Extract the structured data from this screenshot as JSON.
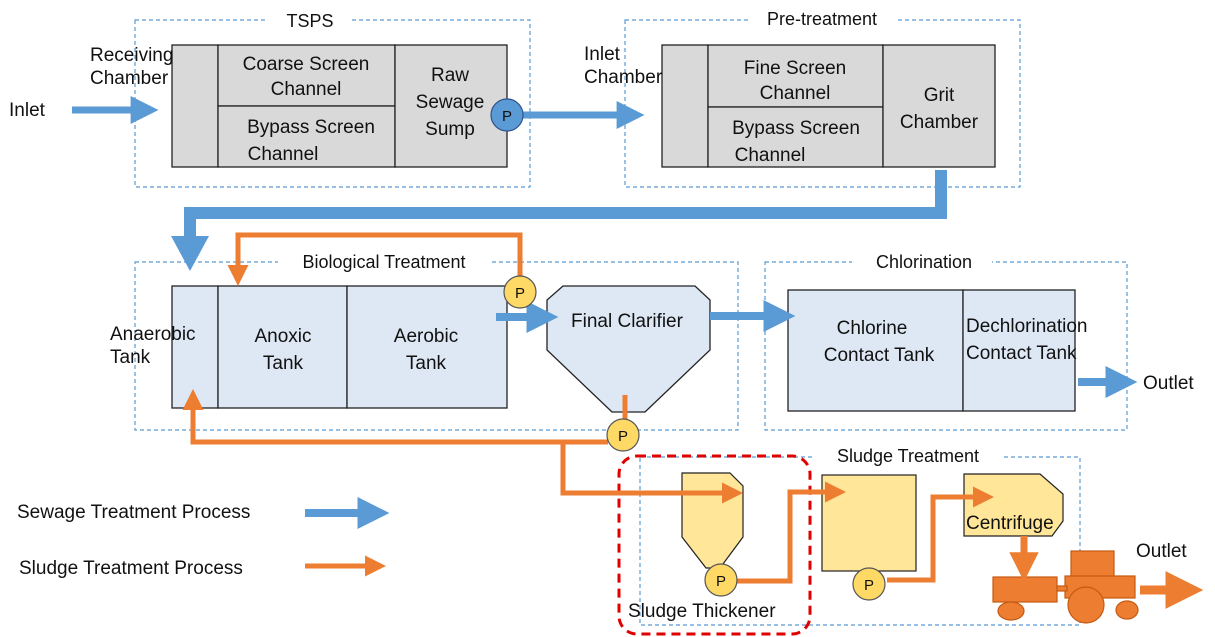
{
  "colors": {
    "sewage_arrow": "#5b9bd5",
    "sludge_arrow": "#ed7d31",
    "group_border": "#5b9bd5",
    "box_grey": "#d9d9d9",
    "box_blue": "#dde8f4",
    "box_yellow": "#ffe699",
    "pump_yellow": "#ffd966",
    "pump_blue": "#5b9bd5",
    "tractor": "#ed7d31",
    "highlight": "#e00000"
  },
  "inlet": "Inlet",
  "outlet": "Outlet",
  "pump": "P",
  "groups": {
    "tsps": "TSPS",
    "pretreatment": "Pre-treatment",
    "biological": "Biological Treatment",
    "chlorination": "Chlorination",
    "sludge": "Sludge Treatment"
  },
  "tsps": {
    "receiving": [
      "Receiving",
      "Chamber"
    ],
    "coarse": [
      "Coarse Screen",
      "Channel"
    ],
    "bypass": [
      "Bypass Screen",
      "Channel"
    ],
    "raw": [
      "Raw",
      "Sewage",
      "Sump"
    ]
  },
  "pretreatment": {
    "inlet_chamber": [
      "Inlet",
      "Chamber"
    ],
    "fine": [
      "Fine Screen",
      "Channel"
    ],
    "bypass": [
      "Bypass Screen",
      "Channel"
    ],
    "grit": [
      "Grit",
      "Chamber"
    ]
  },
  "biological": {
    "anaerobic": [
      "Anaerobic",
      "Tank"
    ],
    "anoxic": [
      "Anoxic",
      "Tank"
    ],
    "aerobic": [
      "Aerobic",
      "Tank"
    ],
    "clarifier": "Final Clarifier"
  },
  "chlorination": {
    "contact": [
      "Chlorine",
      "Contact Tank"
    ],
    "dechlor": [
      "Dechlorination",
      "Contact Tank"
    ]
  },
  "sludge": {
    "thickener": "Sludge Thickener",
    "centrifuge": "Centrifuge"
  },
  "legend": {
    "sewage": "Sewage Treatment Process",
    "sludge": "Sludge Treatment Process"
  }
}
